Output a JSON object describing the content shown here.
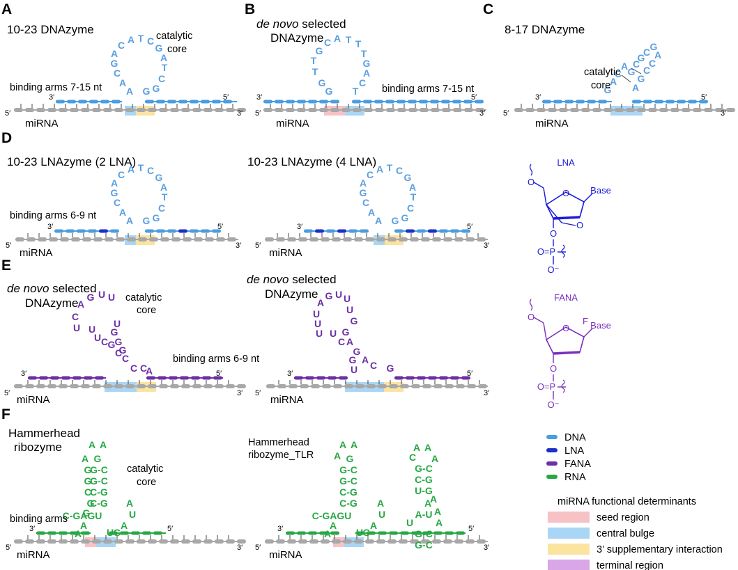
{
  "labels": {
    "panel_a": "A",
    "panel_b": "B",
    "panel_c": "C",
    "panel_d": "D",
    "panel_e": "E",
    "panel_f": "F",
    "mirna": "miRNA",
    "p5": "5′",
    "p3": "3′",
    "catalytic": "catalytic",
    "core": "core",
    "a_title": "10-23 DNAzyme",
    "b_title_italic": "de novo",
    "b_title_rest": " selected",
    "b_title_line2": "DNAzyme",
    "c_title": "8-17 DNAzyme",
    "d_title_left": "10-23 LNAzyme (2 LNA)",
    "d_title_right": "10-23 LNAzyme (4 LNA)",
    "e_title_italic": "de novo",
    "e_title_rest": " selected",
    "e_title_line2": "DNAzyme",
    "f_title_left_1": "Hammerhead",
    "f_title_left_2": "ribozyme",
    "f_title_right_1": "Hammerhead",
    "f_title_right_2": "ribozyme_TLR",
    "arms_7_15": "binding arms 7-15 nt",
    "arms_6_9": "binding arms 6-9 nt",
    "arms": "binding arms",
    "lna": "LNA",
    "fana": "FANA",
    "chem_o": "O",
    "chem_base": "Base",
    "chem_p": "O=P",
    "chem_om": "O⁻",
    "chem_f": "F"
  },
  "legend": {
    "strands": [
      {
        "label": "DNA",
        "color": "#4a9de0"
      },
      {
        "label": "LNA",
        "color": "#1c2fc8"
      },
      {
        "label": "FANA",
        "color": "#6c2fa6"
      },
      {
        "label": "RNA",
        "color": "#27a845"
      }
    ],
    "title": "miRNA functional determinants",
    "regions": [
      {
        "label": "seed region",
        "color": "#f7c2c6"
      },
      {
        "label": "central bulge",
        "color": "#a9d6f5"
      },
      {
        "label": "3’ supplementary interaction",
        "color": "#fbe3a0"
      },
      {
        "label": "terminal region",
        "color": "#d9a6e8"
      }
    ]
  },
  "colors": {
    "dna": "#4a9de0",
    "dna_text": "#5a9fe0",
    "lna": "#1c2fc8",
    "fana": "#6c2fa6",
    "rna": "#27a845",
    "mirna": "#a8a8a8",
    "chem_blue": "#1a1ad8",
    "chem_purple": "#7a2fc0"
  },
  "structures": {
    "loop_1023": {
      "left": [
        "A",
        "G",
        "C",
        "A",
        "A"
      ],
      "top": [
        "C",
        "A",
        "T",
        "C",
        "G"
      ],
      "right": [
        "A",
        "T",
        "C",
        "G",
        "G"
      ]
    },
    "loop_denovo_b": {
      "left": [
        "G",
        "G",
        "T",
        "T"
      ],
      "top": [
        "G",
        "C",
        "A",
        "T"
      ],
      "right": [
        "T",
        "T",
        "G",
        "A",
        "C",
        "T"
      ]
    },
    "c_817": {
      "bases": [
        "G",
        "A",
        "C",
        "A",
        "G",
        "C",
        "G",
        "C",
        "G",
        "A",
        "C",
        "C",
        "G",
        "A"
      ]
    },
    "e_loop": {
      "left": [
        "A",
        "C",
        "U"
      ],
      "top": [
        "G",
        "U",
        "U"
      ],
      "stem5": [
        "U",
        "U",
        "C",
        "G",
        "C"
      ],
      "stem3": [
        "U",
        "G",
        "G",
        "G",
        "C",
        "C",
        "C",
        "A"
      ]
    },
    "e_right": {
      "left": [
        "A",
        "U",
        "U",
        "U",
        "U",
        "C"
      ],
      "top": [
        "G",
        "U",
        "U"
      ],
      "stem": [
        "G",
        "G",
        "A",
        "G",
        "A",
        "G",
        "C",
        "U",
        "U",
        "A",
        "C",
        "G"
      ]
    },
    "hh_stem": {
      "loop": [
        "A",
        "A"
      ],
      "pairs": [
        "G-C",
        "G-C",
        "C-G",
        "C-G"
      ],
      "left": [
        "G",
        "A",
        "A"
      ],
      "right": [
        "A",
        "G",
        "U",
        "A",
        "G",
        "U",
        "C"
      ]
    },
    "hh_tlr": {
      "pairs": [
        "G-C",
        "C-G",
        "U-G",
        "A",
        "A-U",
        "U",
        "G-C",
        "G-C"
      ],
      "loop": [
        "A",
        "A",
        "C",
        "A"
      ]
    }
  }
}
